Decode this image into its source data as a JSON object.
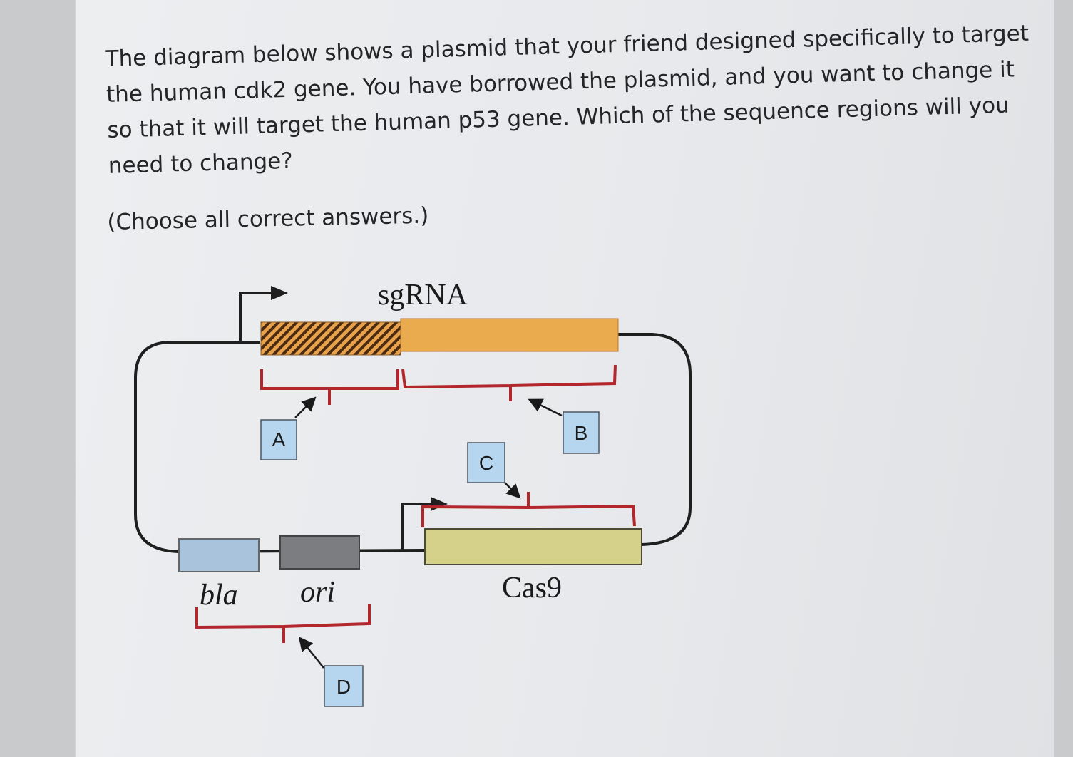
{
  "question": {
    "text": "The diagram below shows a plasmid that your friend designed specifically to target the human cdk2 gene. You have borrowed the plasmid, and you want to change it so that it will target the human p53 gene. Which of the sequence regions will you need to change?",
    "instructions": "(Choose all correct answers.)"
  },
  "diagram": {
    "labels": {
      "sgrna": "sgRNA",
      "cas9": "Cas9",
      "bla": "bla",
      "ori": "ori"
    },
    "options": [
      {
        "id": "A",
        "label": "A"
      },
      {
        "id": "B",
        "label": "B"
      },
      {
        "id": "C",
        "label": "C"
      },
      {
        "id": "D",
        "label": "D"
      }
    ]
  },
  "colors": {
    "sgrna_guide": "#d9721a",
    "sgrna_scaffold": "#e9ab4d",
    "cas9": "#d5d08a",
    "bla": "#a9c3dc",
    "ori": "#7b7d80",
    "bracket": "#b3262c",
    "option_box": "#b6d6ef"
  }
}
